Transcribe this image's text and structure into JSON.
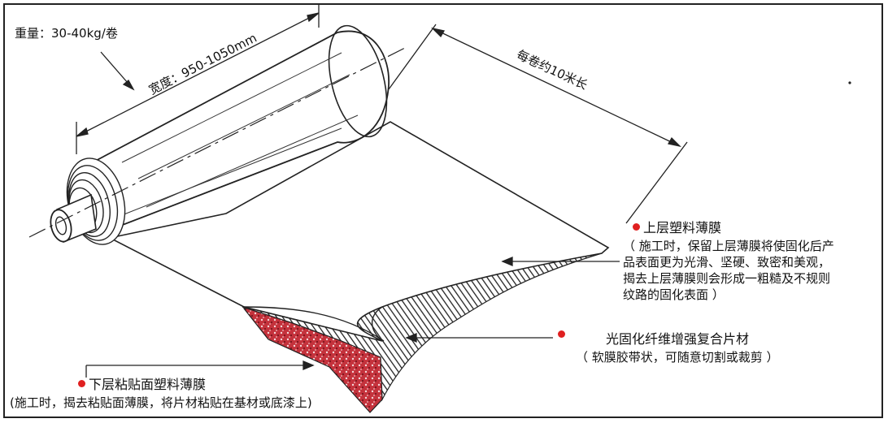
{
  "weight_label": "重量：30-40kg/卷",
  "width_label": "宽度：950-1050mm",
  "length_label": "每卷约10米长",
  "upper_film": {
    "title": "上层塑料薄膜",
    "lines": [
      "（ 施工时，保留上层薄膜将使固化后产",
      "品表面更为光滑、坚硬、致密和美观，",
      "揭去上层薄膜则会形成一粗糙及不规则",
      "纹路的固化表面 ）"
    ]
  },
  "core_sheet": {
    "title": "光固化纤维增强复合片材",
    "note": "（ 软膜胶带状，可随意切割或裁剪 ）"
  },
  "lower_film": {
    "title": "下层粘贴面塑料薄膜",
    "note": "(施工时，揭去粘贴面薄膜，将片材粘贴在基材或底漆上)"
  },
  "colors": {
    "marker": "#e02020",
    "backing": "#c0303a"
  }
}
